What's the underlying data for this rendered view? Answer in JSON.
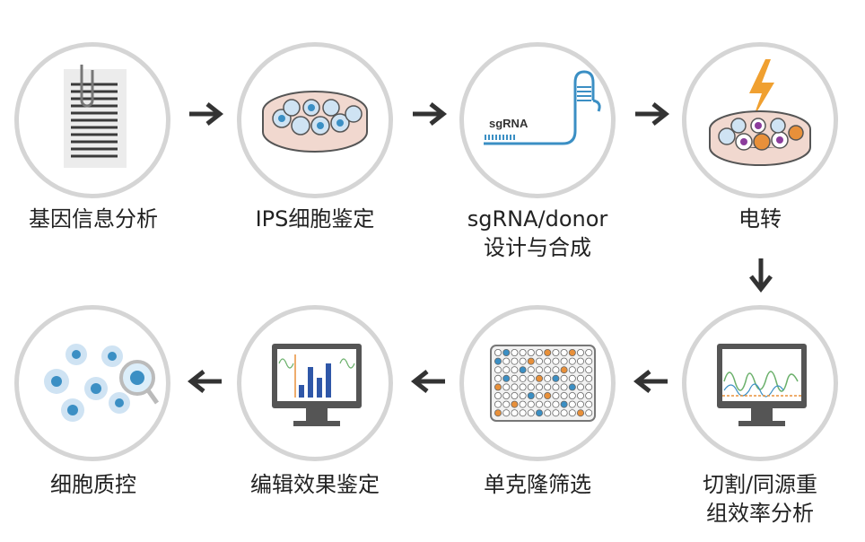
{
  "steps": [
    {
      "id": "gene-info",
      "label": "基因信息分析"
    },
    {
      "id": "ips",
      "label": "IPS细胞鉴定"
    },
    {
      "id": "sgrna",
      "label_line1": "sgRNA/donor",
      "label_line2": "设计与合成",
      "inner_text": "sgRNA"
    },
    {
      "id": "electro",
      "label": "电转"
    },
    {
      "id": "cut-analysis",
      "label_line1": "切割/同源重",
      "label_line2": "组效率分析"
    },
    {
      "id": "clone",
      "label": "单克隆筛选"
    },
    {
      "id": "edit",
      "label": "编辑效果鉴定"
    },
    {
      "id": "qc",
      "label": "细胞质控"
    }
  ],
  "colors": {
    "circle_border": "#d5d5d5",
    "arrow": "#333333",
    "accent_blue": "#3b8fc4",
    "accent_orange": "#e8903a",
    "dish_fill": "#f1d8cf"
  }
}
